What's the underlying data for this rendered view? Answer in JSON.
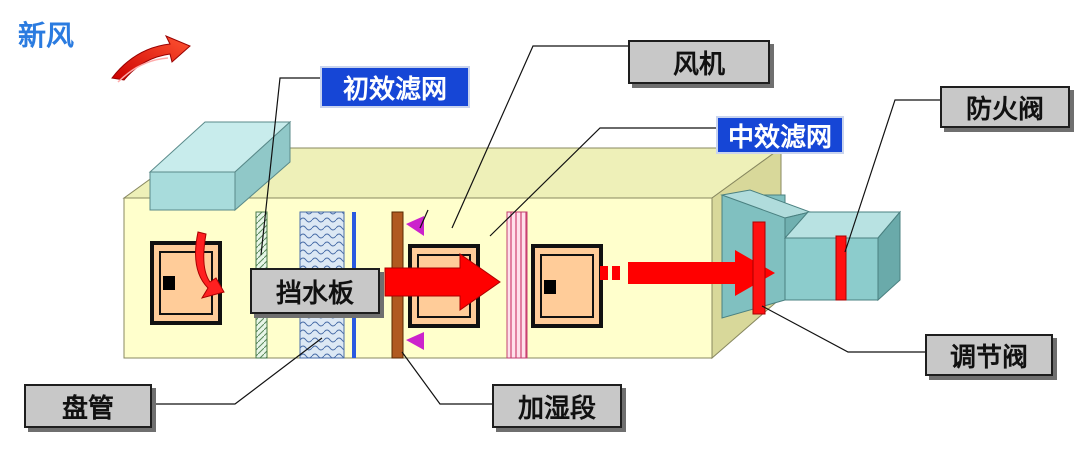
{
  "title": "新风",
  "labels": {
    "primary_filter": "初效滤网",
    "fan": "风机",
    "medium_filter": "中效滤网",
    "fire_damper": "防火阀",
    "water_baffle": "挡水板",
    "coil": "盘管",
    "humidifier": "加湿段",
    "regulating_valve": "调节阀"
  },
  "colors": {
    "title": "#2a7be0",
    "unit_body": "#ffffcc",
    "duct": "#88c8c8",
    "arrow": "#ff0000",
    "label_gray": "#c8c8c8",
    "label_blue": "#1646d6",
    "medium_filter_fill": "#ffd6e0",
    "coil_fill": "#dce8f4",
    "motor_fill": "#ffcc99"
  }
}
